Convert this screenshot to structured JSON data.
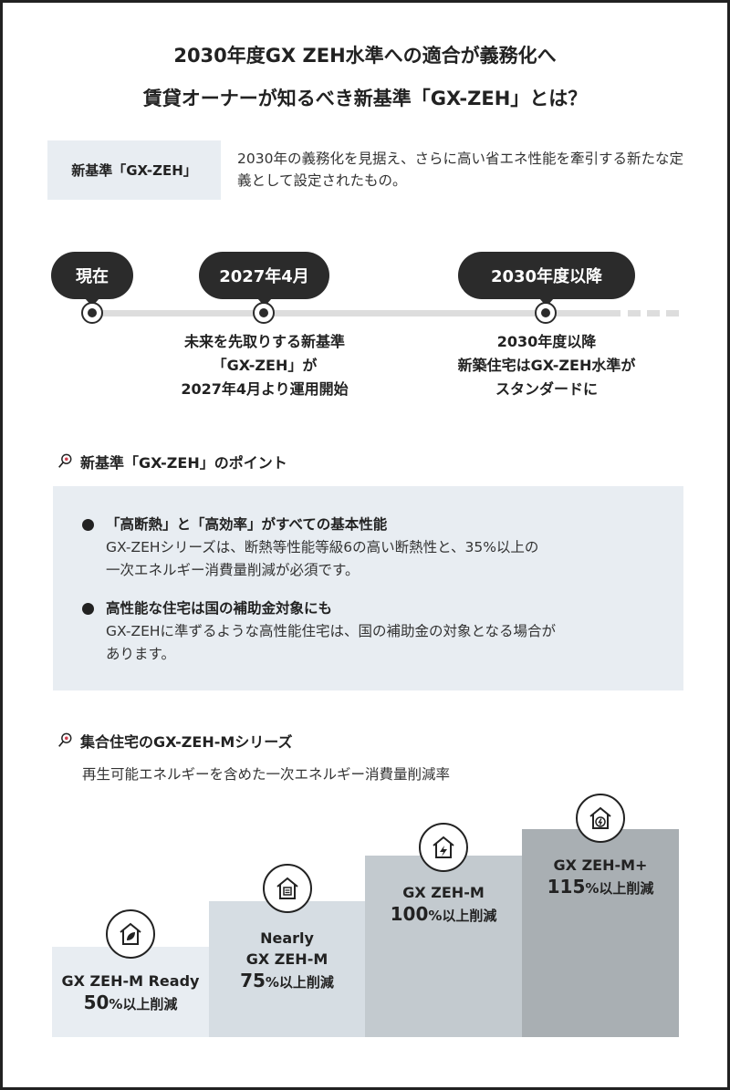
{
  "title": {
    "line1": "2030年度GX ZEH水準への適合が義務化へ",
    "line2": "賃貸オーナーが知るべき新基準「GX-ZEH」とは？"
  },
  "definition": {
    "label": "新基準「GX-ZEH」",
    "text": "2030年の義務化を見据え、さらに高い省エネ性能を牽引する新たな定義として設定されたもの。"
  },
  "timeline": {
    "stages": [
      {
        "label": "現在"
      },
      {
        "label": "2027年4月",
        "caption": [
          "未来を先取りする新基準",
          "「GX-ZEH」が",
          "2027年4月より運用開始"
        ]
      },
      {
        "label": "2030年度以降",
        "caption": [
          "2030年度以降",
          "新築住宅はGX-ZEH水準が",
          "スタンダードに"
        ]
      }
    ]
  },
  "points_section": {
    "heading": "新基準「GX-ZEH」のポイント",
    "items": [
      {
        "heading": "「高断熱」と「高効率」がすべての基本性能",
        "body": [
          "GX-ZEHシリーズは、断熱等性能等級6の高い断熱性と、35%以上の",
          "一次エネルギー消費量削減が必須です。"
        ]
      },
      {
        "heading": "高性能な住宅は国の補助金対象にも",
        "body": [
          "GX-ZEHに準ずるような高性能住宅は、国の補助金の対象となる場合が",
          "あります。"
        ]
      }
    ]
  },
  "series_section": {
    "heading": "集合住宅のGX-ZEH-Mシリーズ",
    "subtitle": "再生可能エネルギーを含めた一次エネルギー消費量削減率",
    "steps": [
      {
        "name": [
          "GX ZEH-M Ready"
        ],
        "value": "50",
        "unit": "%以上削減",
        "icon": "house-leaf-icon",
        "color": "#e8edf2"
      },
      {
        "name": [
          "Nearly",
          "GX ZEH-M"
        ],
        "value": "75",
        "unit": "%以上削減",
        "icon": "house-list-icon",
        "color": "#d6dde3"
      },
      {
        "name": [
          "GX ZEH-M"
        ],
        "value": "100",
        "unit": "%以上削減",
        "icon": "house-bolt-icon",
        "color": "#c3cacf"
      },
      {
        "name": [
          "GX ZEH-M+"
        ],
        "value": "115",
        "unit": "%以上削減",
        "icon": "house-recycle-bolt-icon",
        "color": "#a9afb3"
      }
    ]
  }
}
